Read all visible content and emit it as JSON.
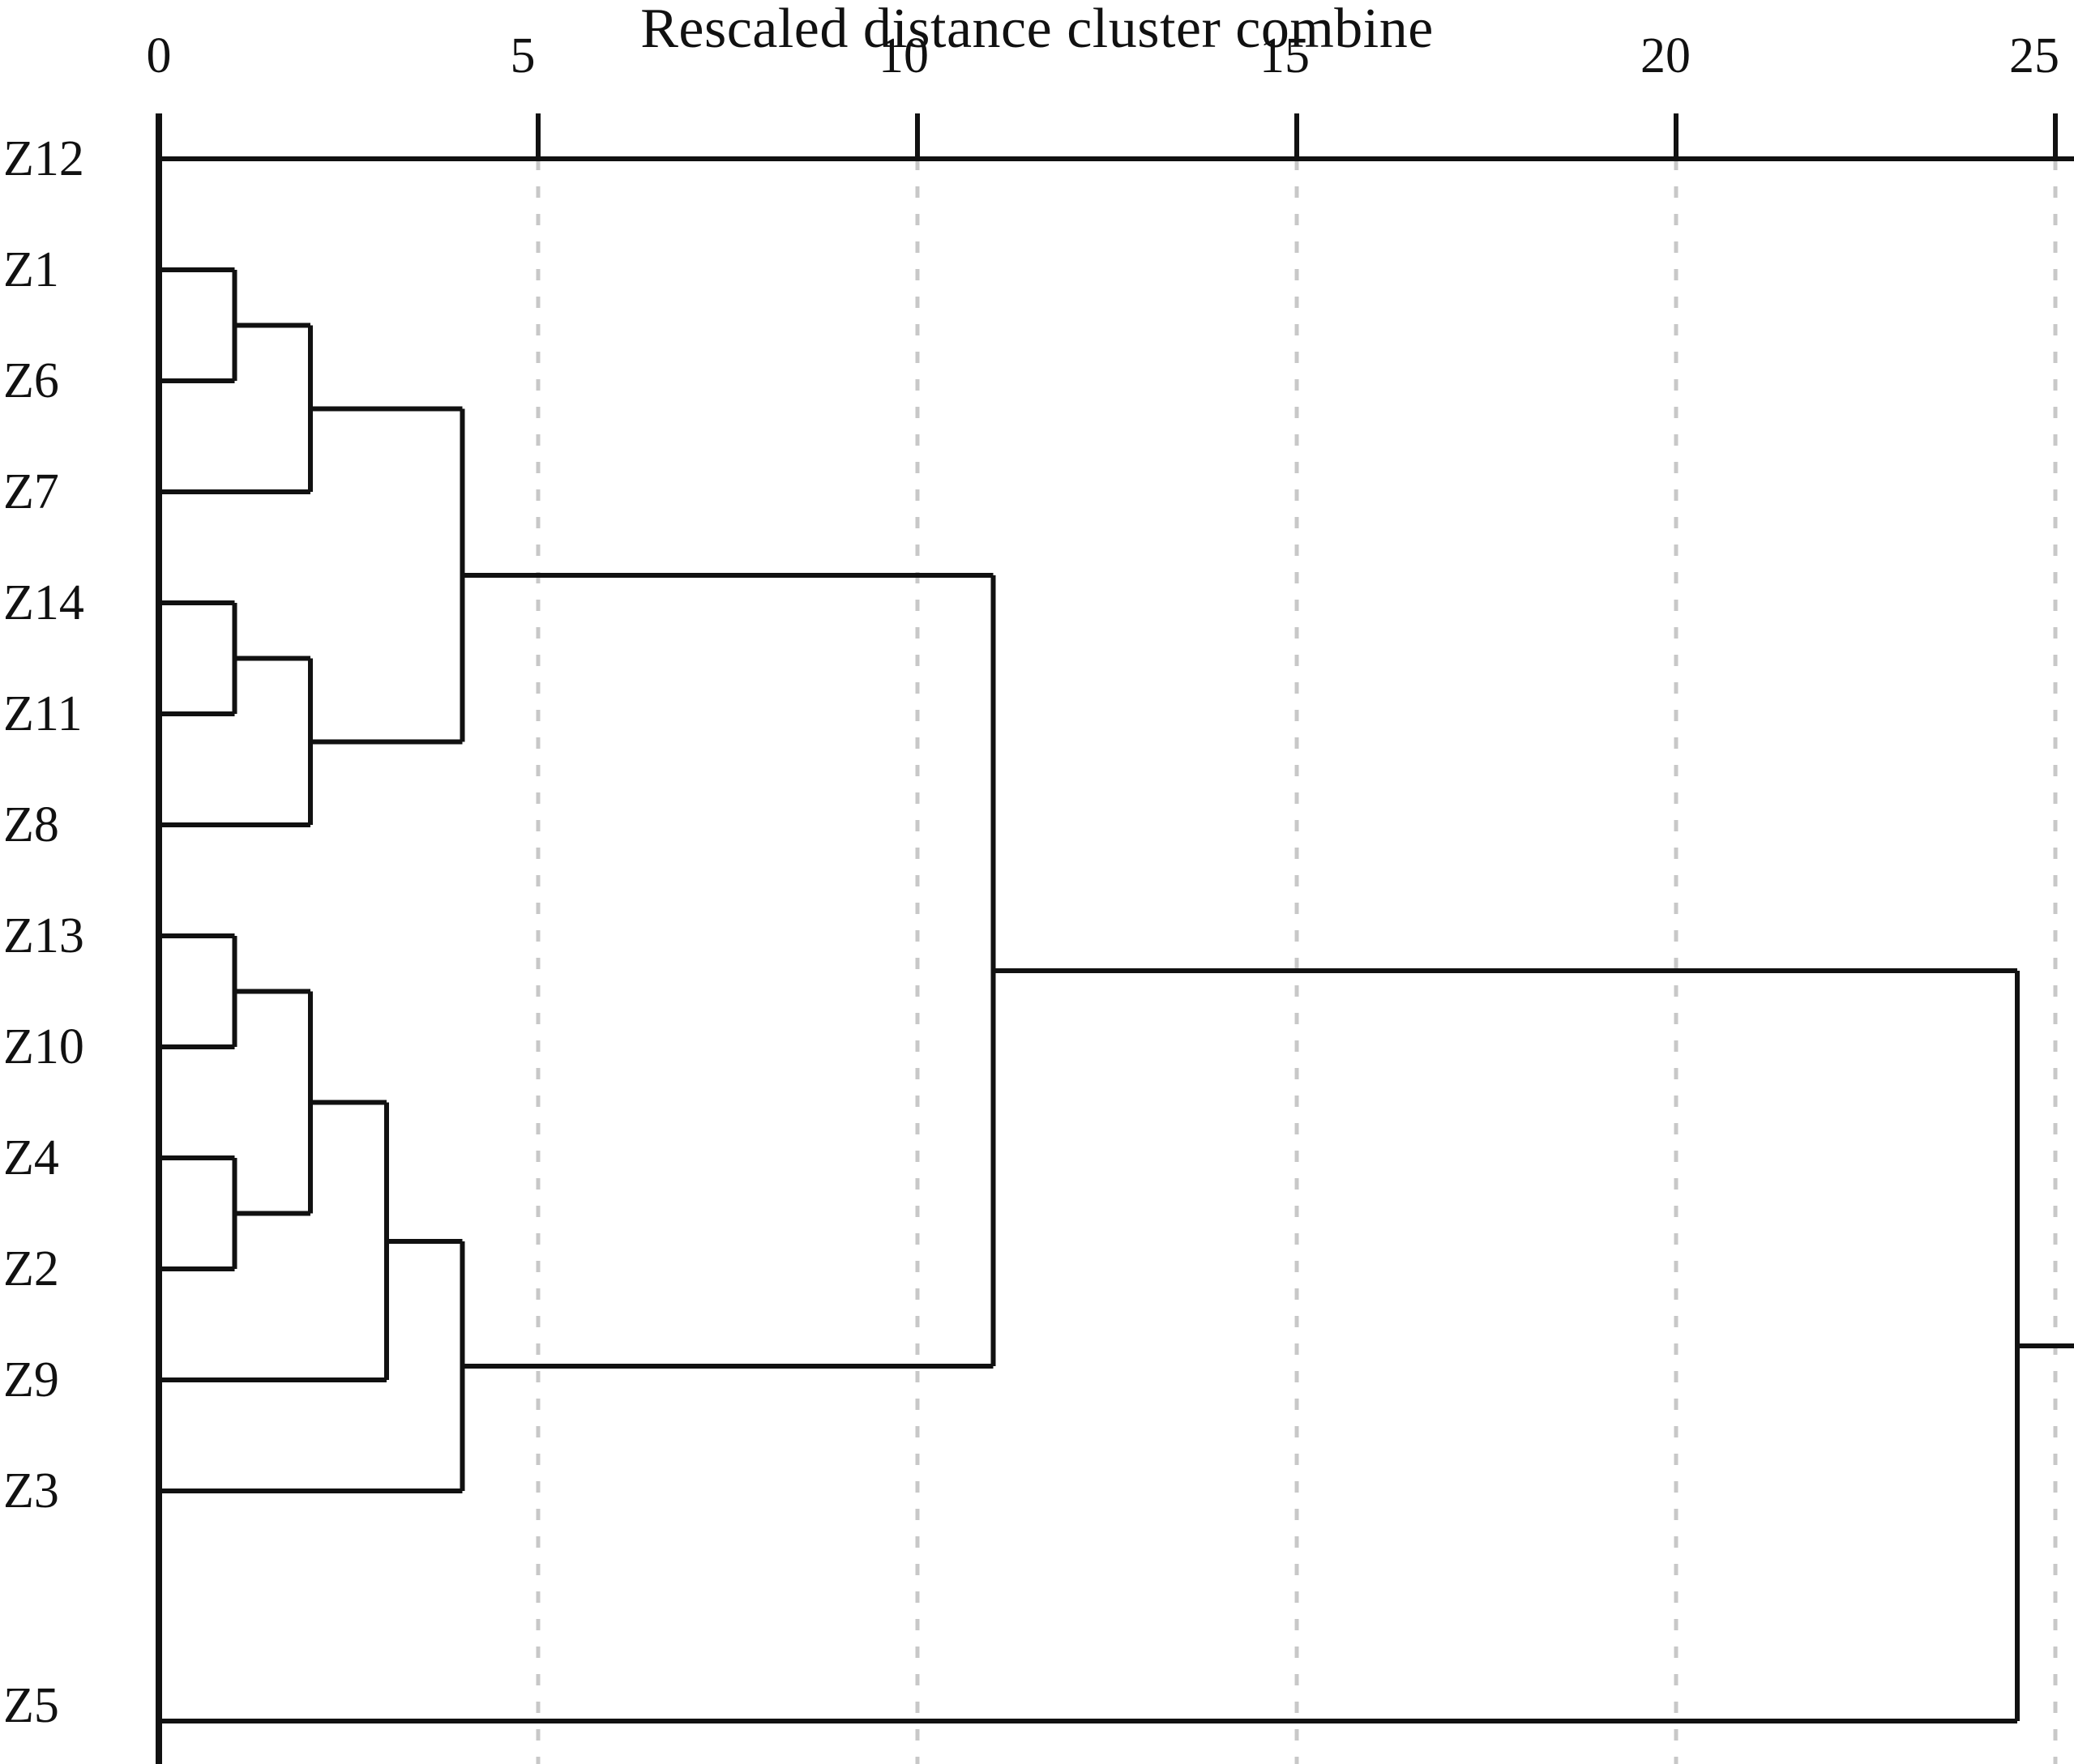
{
  "chart_data": {
    "type": "dendrogram",
    "title": "Rescaled distance cluster combine",
    "xlabel": "",
    "ylabel": "",
    "xlim": [
      0,
      25
    ],
    "grid": true,
    "grid_axis": "x",
    "orientation": "horizontal",
    "xticks": [
      0,
      5,
      10,
      15,
      20,
      25
    ],
    "xtick_labels": [
      "0",
      "5",
      "10",
      "15",
      "20",
      "25"
    ],
    "leaf_labels": [
      "Z12",
      "Z1",
      "Z6",
      "Z7",
      "Z14",
      "Z11",
      "Z8",
      "Z13",
      "Z10",
      "Z4",
      "Z2",
      "Z9",
      "Z3",
      "Z5"
    ],
    "leaf_order": [
      "Z12",
      "Z1",
      "Z6",
      "Z7",
      "Z14",
      "Z11",
      "Z8",
      "Z13",
      "Z10",
      "Z4",
      "Z2",
      "Z9",
      "Z3",
      "Z5"
    ],
    "merges": [
      {
        "id": "m1",
        "left": "Z1",
        "right": "Z6",
        "distance": 1.0
      },
      {
        "id": "m2",
        "left": "m1",
        "right": "Z7",
        "distance": 2.0
      },
      {
        "id": "m3",
        "left": "Z14",
        "right": "Z11",
        "distance": 1.0
      },
      {
        "id": "m4",
        "left": "m3",
        "right": "Z8",
        "distance": 2.0
      },
      {
        "id": "m5",
        "left": "m2",
        "right": "m4",
        "distance": 4.0
      },
      {
        "id": "m6",
        "left": "Z13",
        "right": "Z10",
        "distance": 1.0
      },
      {
        "id": "m7",
        "left": "Z4",
        "right": "Z2",
        "distance": 1.0
      },
      {
        "id": "m8",
        "left": "m6",
        "right": "m7",
        "distance": 2.0
      },
      {
        "id": "m9",
        "left": "m8",
        "right": "Z9",
        "distance": 3.0
      },
      {
        "id": "m10",
        "left": "m9",
        "right": "Z3",
        "distance": 4.0
      },
      {
        "id": "m11",
        "left": "m5",
        "right": "m10",
        "distance": 11.0
      },
      {
        "id": "m12",
        "left": "m11",
        "right": "Z5",
        "distance": 24.5
      },
      {
        "id": "m13",
        "left": "m12",
        "right": "Z12",
        "distance": 25.3
      }
    ],
    "cluster_heights": [
      1.0,
      2.0,
      1.0,
      2.0,
      4.0,
      1.0,
      1.0,
      2.0,
      3.0,
      4.0,
      11.0,
      24.5,
      25.3
    ],
    "colors": {
      "line": "#111111",
      "grid": "#c8c8c8",
      "axis": "#111111",
      "background": "#ffffff",
      "text": "#111111"
    }
  }
}
